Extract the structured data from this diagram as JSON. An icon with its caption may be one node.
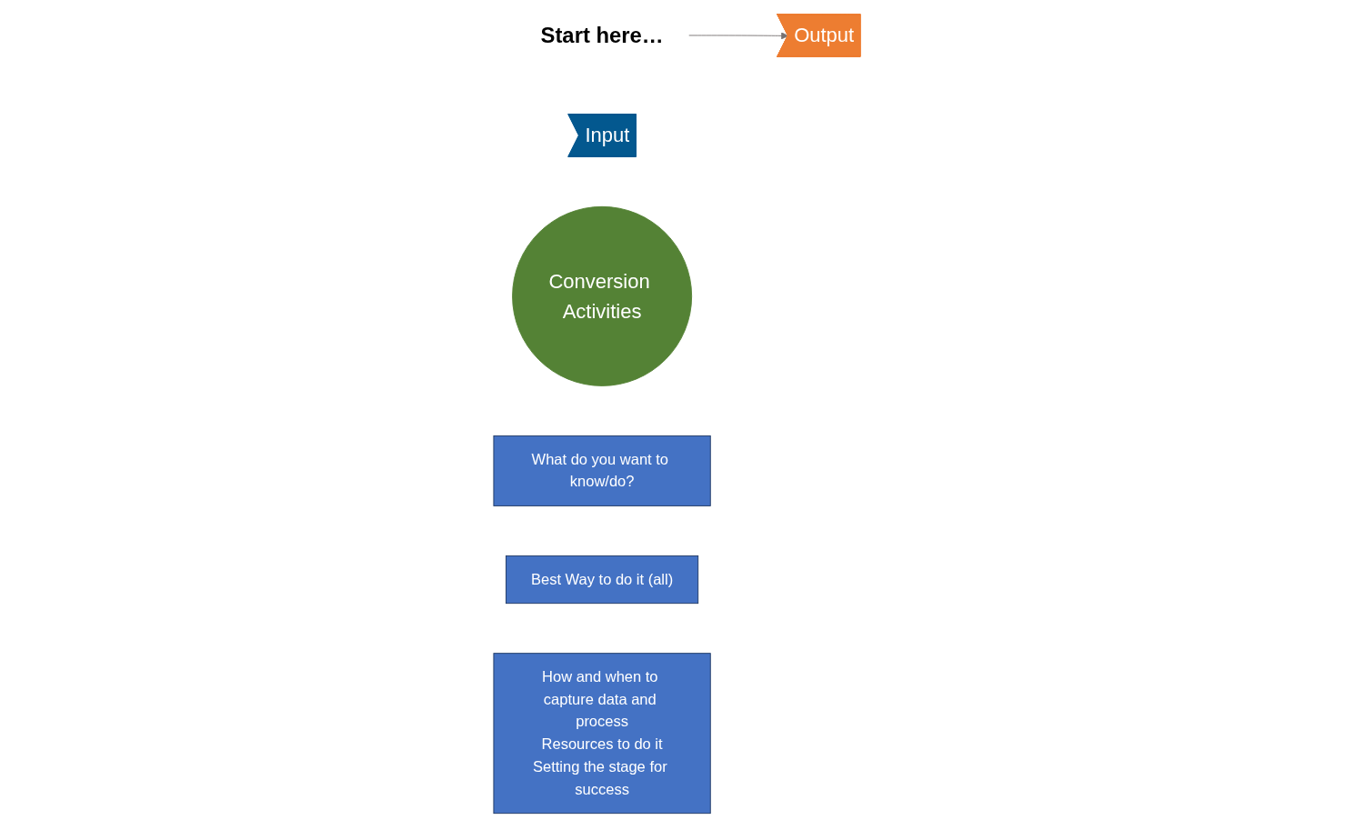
{
  "diagram": {
    "nodes": [
      {
        "text": [
          "Start here…"
        ]
      },
      {
        "text": [
          "Input"
        ]
      },
      {
        "text": [
          "Conversion Activities"
        ]
      },
      {
        "text": [
          "Output"
        ]
      },
      {
        "text": [
          "What do you want to know/do?"
        ]
      },
      {
        "text": [
          "Best Way to do it (all)"
        ]
      },
      {
        "text": [
          "How and when to capture data and process",
          "Resources to do it",
          "Setting the stage for success"
        ]
      }
    ],
    "edges": [
      {
        "from": 0,
        "to": 3,
        "arrow": "to",
        "color": "#767171"
      }
    ]
  }
}
